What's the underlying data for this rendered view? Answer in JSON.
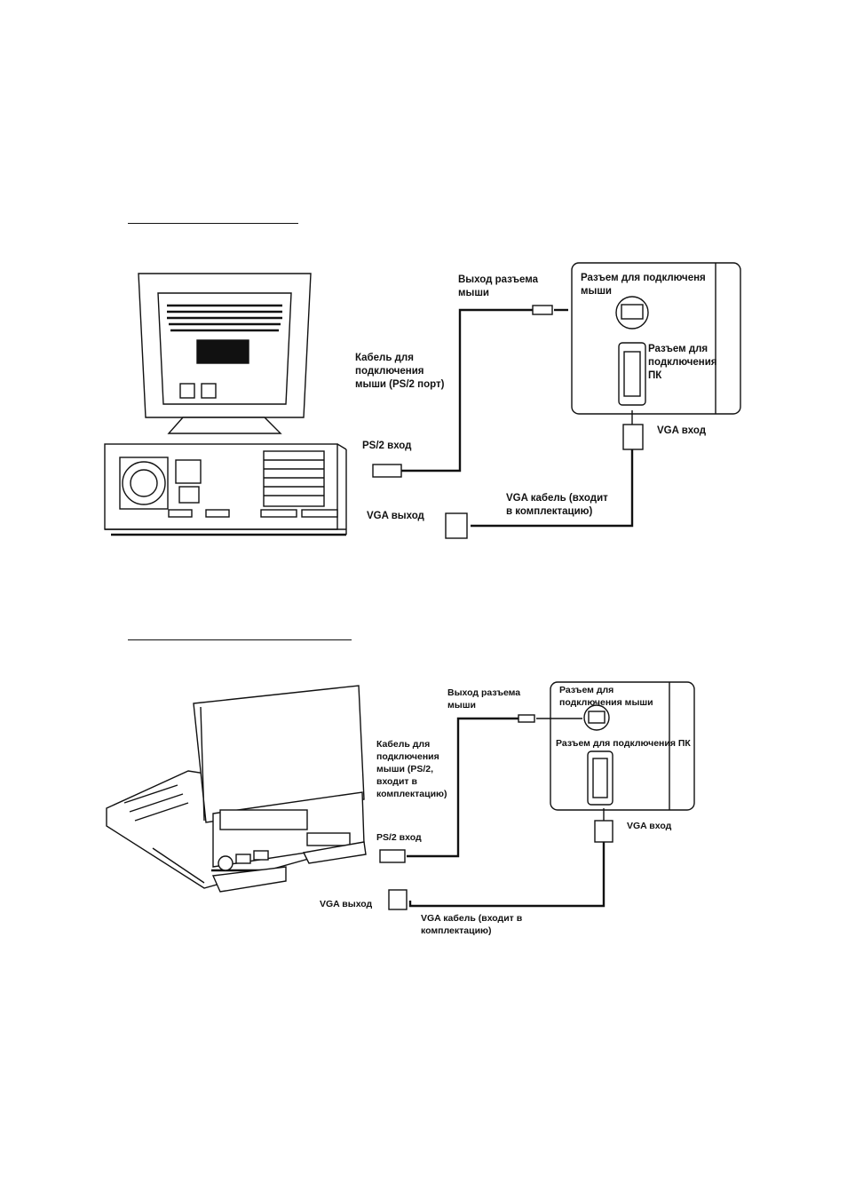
{
  "desktop": {
    "mouse_port_out": "Выход разъема\nмыши",
    "mouse_connector": "Разъем для подключеня\nмыши",
    "pc_connector": "Разъем для\nподключения\nПК",
    "mouse_cable": "Кабель для\nподключения\nмыши (PS/2 порт)",
    "ps2_in": "PS/2 вход",
    "vga_in": "VGA вход",
    "vga_cable": "VGA кабель (входит\nв комплектацию)",
    "vga_out": "VGA выход"
  },
  "laptop": {
    "mouse_port_out": "Выход разъема\nмыши",
    "mouse_connector": "Разъем для\nподключения мыши",
    "pc_connector": "Разъем для подключения ПК",
    "mouse_cable": "Кабель для\nподключения\nмыши (PS/2,\nвходит в\nкомплектацию)",
    "ps2_in": "PS/2 вход",
    "vga_in": "VGA вход",
    "vga_out": "VGA выход",
    "vga_cable": "VGA кабель (входит в\nкомплектацию)"
  }
}
